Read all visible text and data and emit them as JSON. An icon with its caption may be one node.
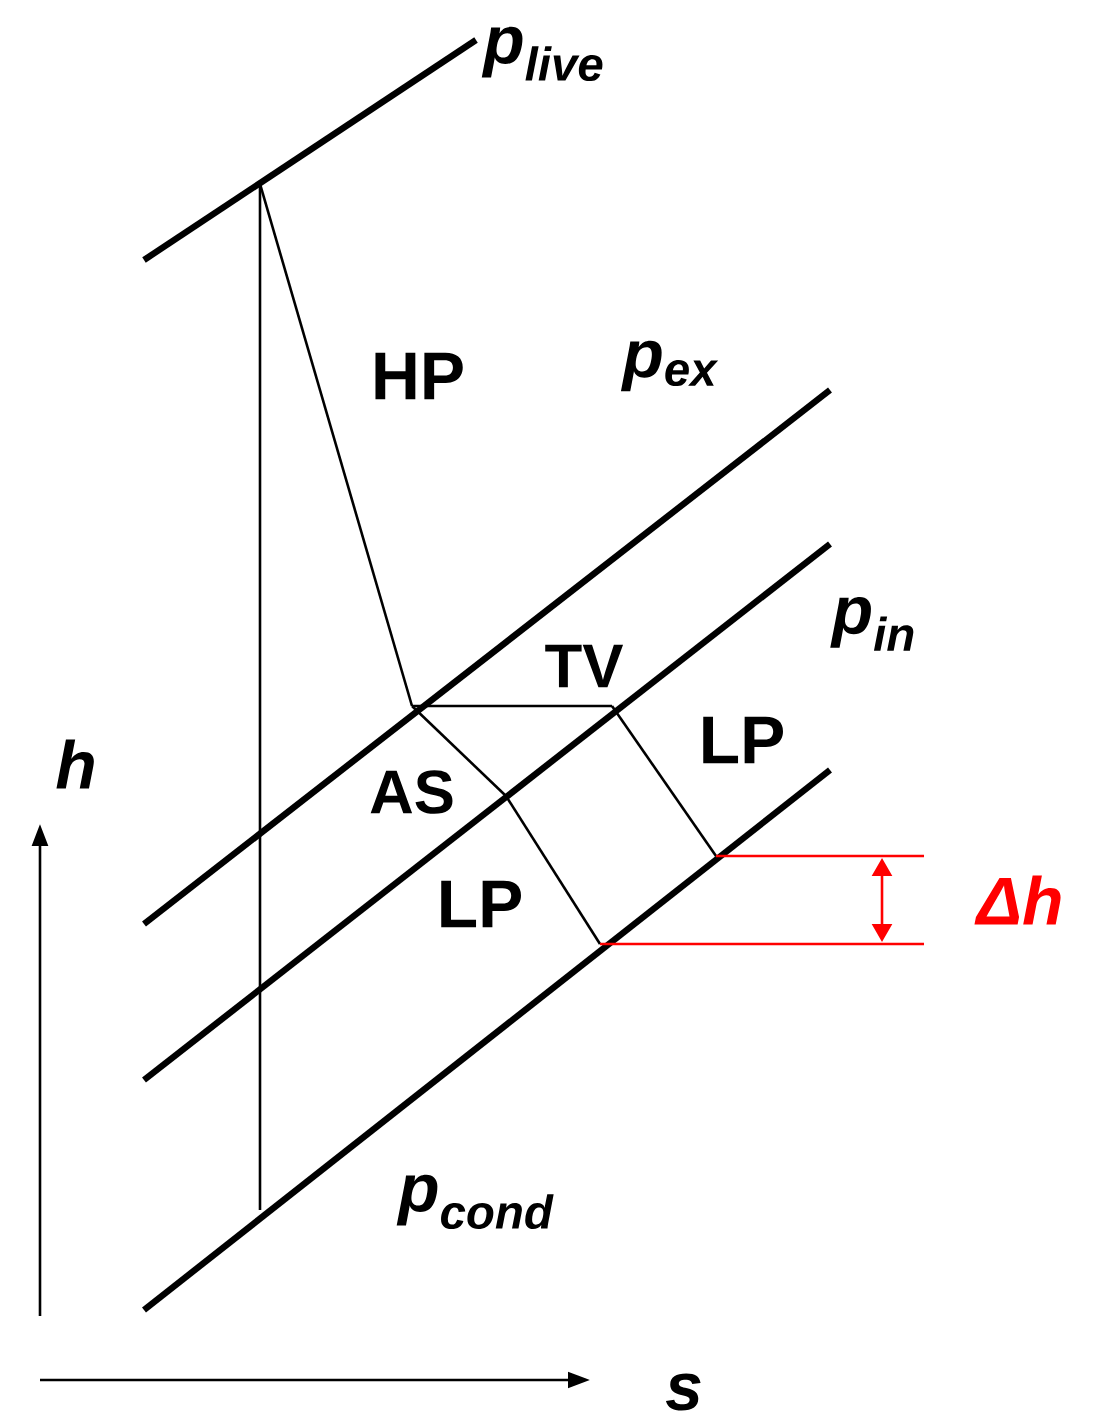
{
  "diagram": {
    "labels": [
      "p$_{live}$",
      "HP",
      "p$_{ex}$",
      "p$_{in}$",
      "TV",
      "h",
      "LP",
      "AS",
      "LP",
      "Δh",
      "p$_{cond}$",
      "s"
    ]
  }
}
